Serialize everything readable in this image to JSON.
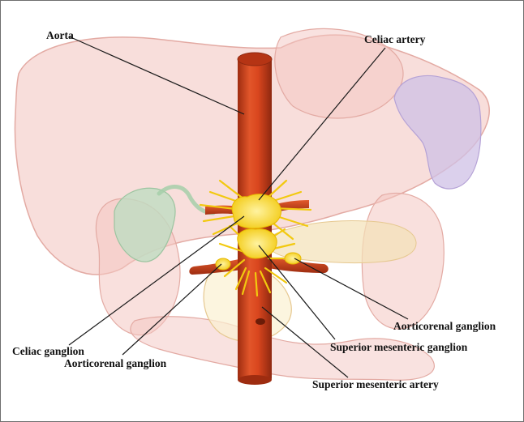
{
  "labels": {
    "aorta": "Aorta",
    "celiac_artery": "Celiac artery",
    "celiac_ganglion": "Celiac ganglion",
    "aorticorenal_ganglion_right": "Aorticorenal ganglion",
    "superior_mesenteric_ganglion": "Superior mesenteric ganglion",
    "aorticorenal_ganglion_left": "Aorticorenal ganglion",
    "superior_mesenteric_artery": "Superior mesenteric artery"
  },
  "colors": {
    "organ_fill": "#f6d3cf",
    "organ_stroke": "#e3aaa3",
    "stomach": "#cfc0e6",
    "gallbladder": "#bfdcc2",
    "pancreas": "#f3e1b7",
    "aorta": "#d9461e",
    "aorta_dark": "#9e2c10",
    "ganglion": "#f6d51a",
    "leader_line": "#1a1a1a"
  }
}
